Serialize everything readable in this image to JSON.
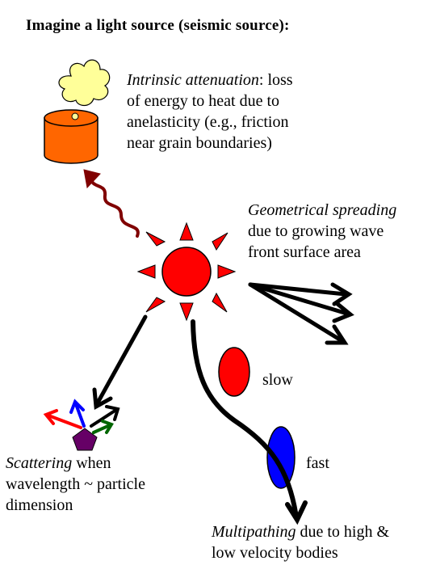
{
  "title": "Imagine a light source (seismic source):",
  "intrinsic": {
    "term": "Intrinsic attenuation",
    "line1": ": loss",
    "line2": "of energy to heat due to",
    "line3": "anelasticity (e.g., friction",
    "line4": "near grain boundaries)"
  },
  "geometrical": {
    "term": "Geometrical spreading",
    "line2": "due to growing wave",
    "line3": "front surface area"
  },
  "slow_label": "slow",
  "fast_label": "fast",
  "scattering": {
    "term": "Scattering",
    "line1_rest": " when",
    "line2": "wavelength ~ particle",
    "line3": "dimension"
  },
  "multipathing": {
    "term": "Multipathing",
    "line1_rest": " due to high &",
    "line2": "low velocity bodies"
  },
  "colors": {
    "source_red": "#ff0000",
    "heater_orange": "#ff6600",
    "cloud_yellow": "#ffff99",
    "wavy_arrow": "#800000",
    "slow_body": "#ff0000",
    "fast_body": "#0000ff",
    "pentagon": "#660066",
    "scatter_red": "#ff0000",
    "scatter_blue": "#0000ff",
    "scatter_green": "#006600"
  }
}
